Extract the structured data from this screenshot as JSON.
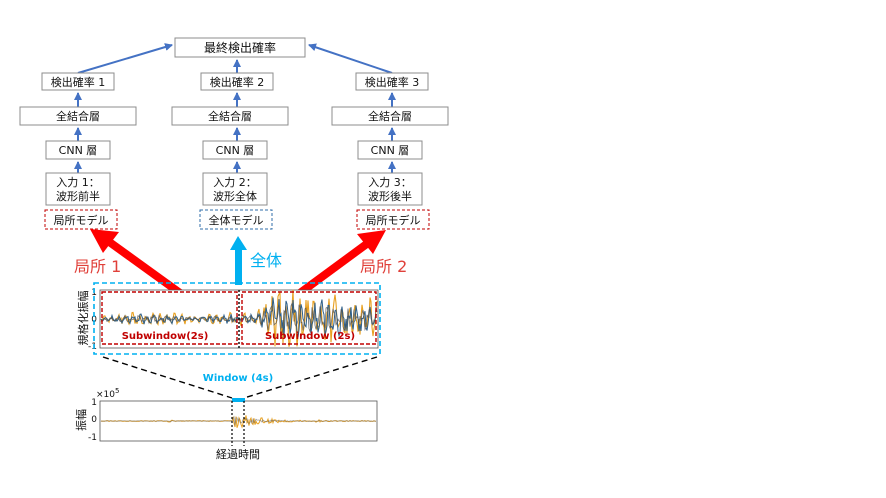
{
  "final": {
    "label": "最終検出確率"
  },
  "branches": [
    {
      "prob": "検出確率 1",
      "fc": "全結合層",
      "cnn": "CNN 層",
      "input_line1": "入力 1：",
      "input_line2": "波形前半",
      "model": "局所モデル",
      "arrow_label": "局所 1"
    },
    {
      "prob": "検出確率 2",
      "fc": "全結合層",
      "cnn": "CNN 層",
      "input_line1": "入力 2：",
      "input_line2": "波形全体",
      "model": "全体モデル",
      "arrow_label": "全体"
    },
    {
      "prob": "検出確率 3",
      "fc": "全結合層",
      "cnn": "CNN 層",
      "input_line1": "入力 3：",
      "input_line2": "波形後半",
      "model": "局所モデル",
      "arrow_label": "局所 2"
    }
  ],
  "zoom_plot": {
    "ylabel": "規格化振幅",
    "yticks": [
      "1",
      "0",
      "-1"
    ],
    "subwindow_labels": [
      "Subwindow(2s)",
      "Subwindow (2s)"
    ]
  },
  "full_plot": {
    "window_label": "Window (4s)",
    "ylabel": "振幅",
    "scale": "×10",
    "scale_exp": "5",
    "yticks": [
      "1",
      "0",
      "-1"
    ],
    "xlabel": "経過時間"
  },
  "colors": {
    "box_border": "#8c8c8c",
    "flow_arrow": "#4472c4",
    "local_red": "#c00000",
    "big_red_arrow": "#ff0000",
    "global_blue": "#00b0f0",
    "label_red": "#e0403a",
    "wave_orange": "#e8a020",
    "wave_blue": "#2d5f8a",
    "wave_dark": "#505050"
  }
}
